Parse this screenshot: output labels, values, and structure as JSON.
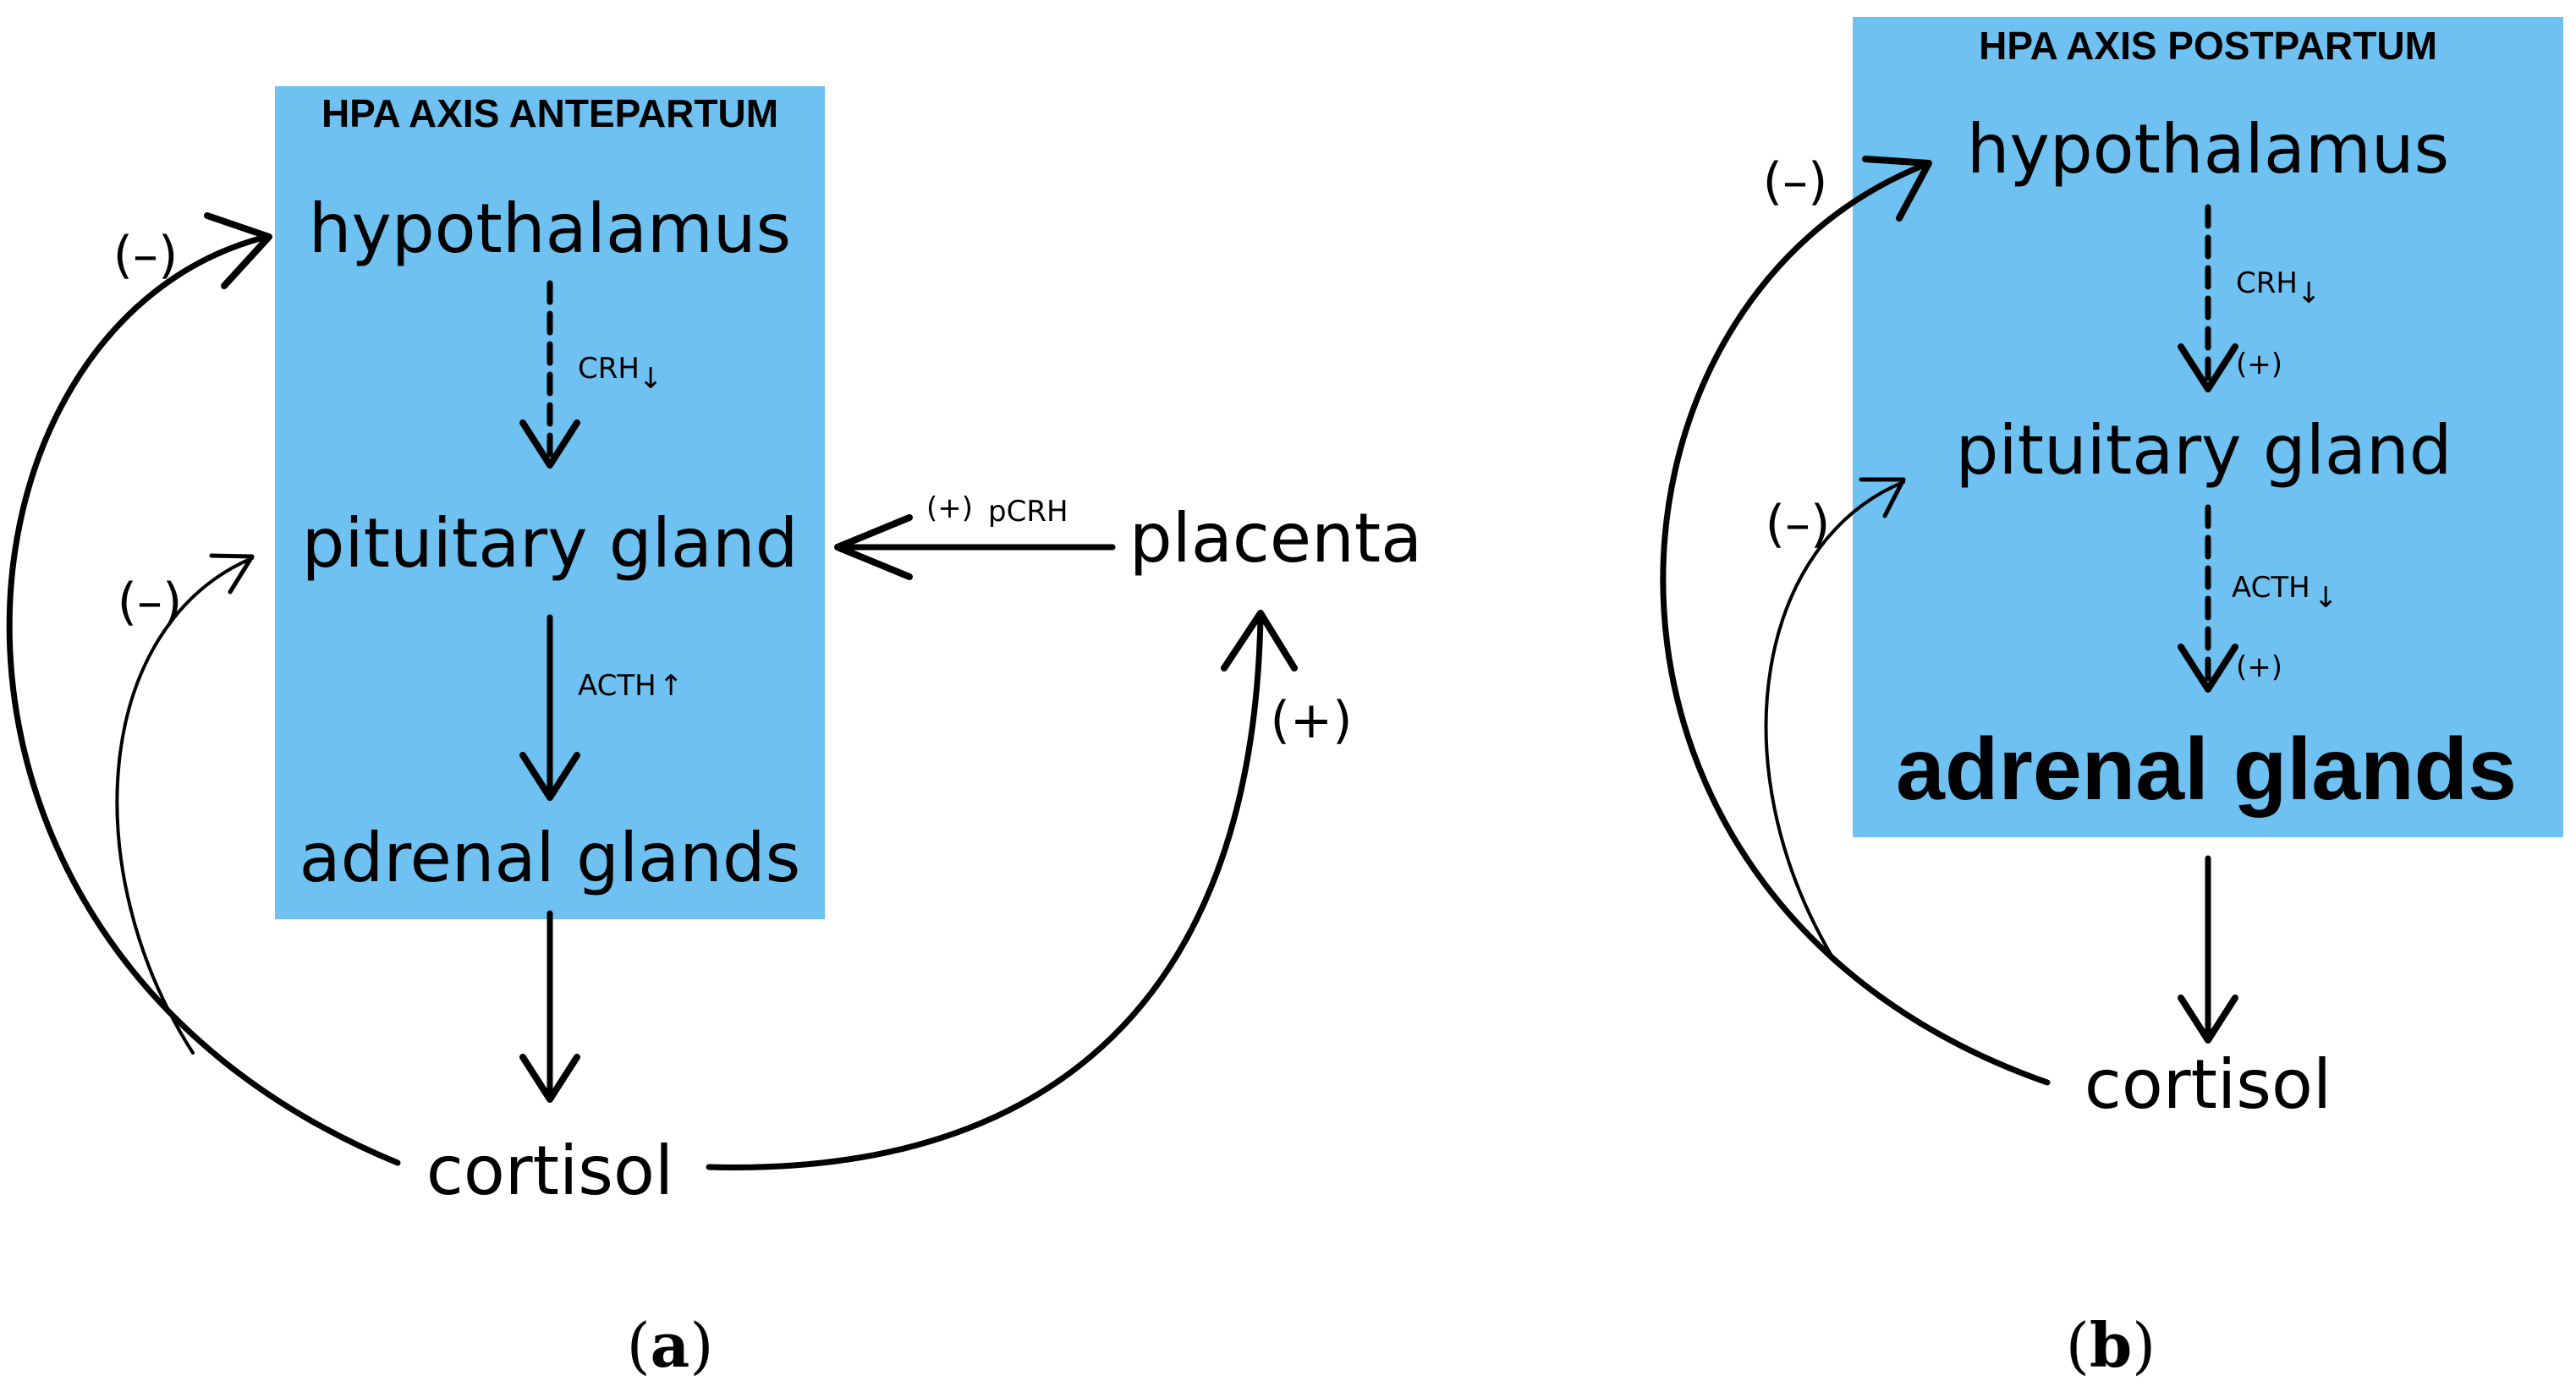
{
  "panel_a": {
    "title": "HPA AXIS ANTEPARTUM",
    "hypothalamus": "hypothalamus",
    "crh": "CRH",
    "crh_dir": "↓",
    "pituitary": "pituitary gland",
    "acth": "ACTH",
    "acth_dir": "↑",
    "adrenal": "adrenal glands",
    "cortisol": "cortisol",
    "placenta": "placenta",
    "pcrh_sign": "(+)",
    "pcrh": "pCRH",
    "neg_outer": "(–)",
    "neg_inner": "(–)",
    "pos_placenta": "(+)",
    "label_open": "(",
    "label_letter": "a",
    "label_close": ")"
  },
  "panel_b": {
    "title": "HPA AXIS POSTPARTUM",
    "hypothalamus": "hypothalamus",
    "crh": "CRH",
    "crh_dir": "↓",
    "crh_sign": "(+)",
    "pituitary": "pituitary gland",
    "acth": "ACTH",
    "acth_dir": "↓",
    "acth_sign": "(+)",
    "adrenal": "adrenal glands",
    "cortisol": "cortisol",
    "neg_outer": "(–)",
    "neg_inner": "(–)",
    "label_open": "(",
    "label_letter": "b",
    "label_close": ")"
  },
  "colors": {
    "box": "#6ec1f1",
    "ink": "#000000"
  }
}
